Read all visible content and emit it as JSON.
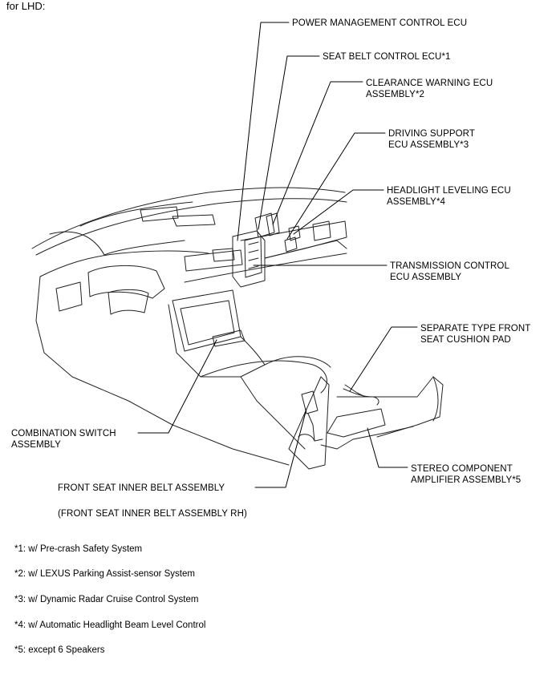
{
  "header": "for LHD:",
  "labels": {
    "power_mgmt": "POWER MANAGEMENT CONTROL ECU",
    "seat_belt": "SEAT BELT CONTROL ECU*1",
    "clearance": "CLEARANCE WARNING ECU\nASSEMBLY*2",
    "driving_support": "DRIVING SUPPORT\nECU ASSEMBLY*3",
    "headlight": "HEADLIGHT LEVELING ECU\nASSEMBLY*4",
    "transmission": "TRANSMISSION CONTROL\nECU ASSEMBLY",
    "seat_pad": "SEPARATE TYPE FRONT\nSEAT CUSHION PAD",
    "combination": "COMBINATION SWITCH\nASSEMBLY",
    "stereo": "STEREO COMPONENT\nAMPLIFIER ASSEMBLY*5",
    "front_belt": "FRONT SEAT INNER BELT ASSEMBLY",
    "front_belt_rh": "(FRONT SEAT INNER BELT ASSEMBLY RH)"
  },
  "notes": [
    "*1: w/ Pre-crash Safety System",
    "*2: w/ LEXUS Parking Assist-sensor System",
    "*3: w/ Dynamic Radar Cruise Control System",
    "*4: w/ Automatic Headlight Beam Level Control",
    "*5: except 6 Speakers"
  ]
}
